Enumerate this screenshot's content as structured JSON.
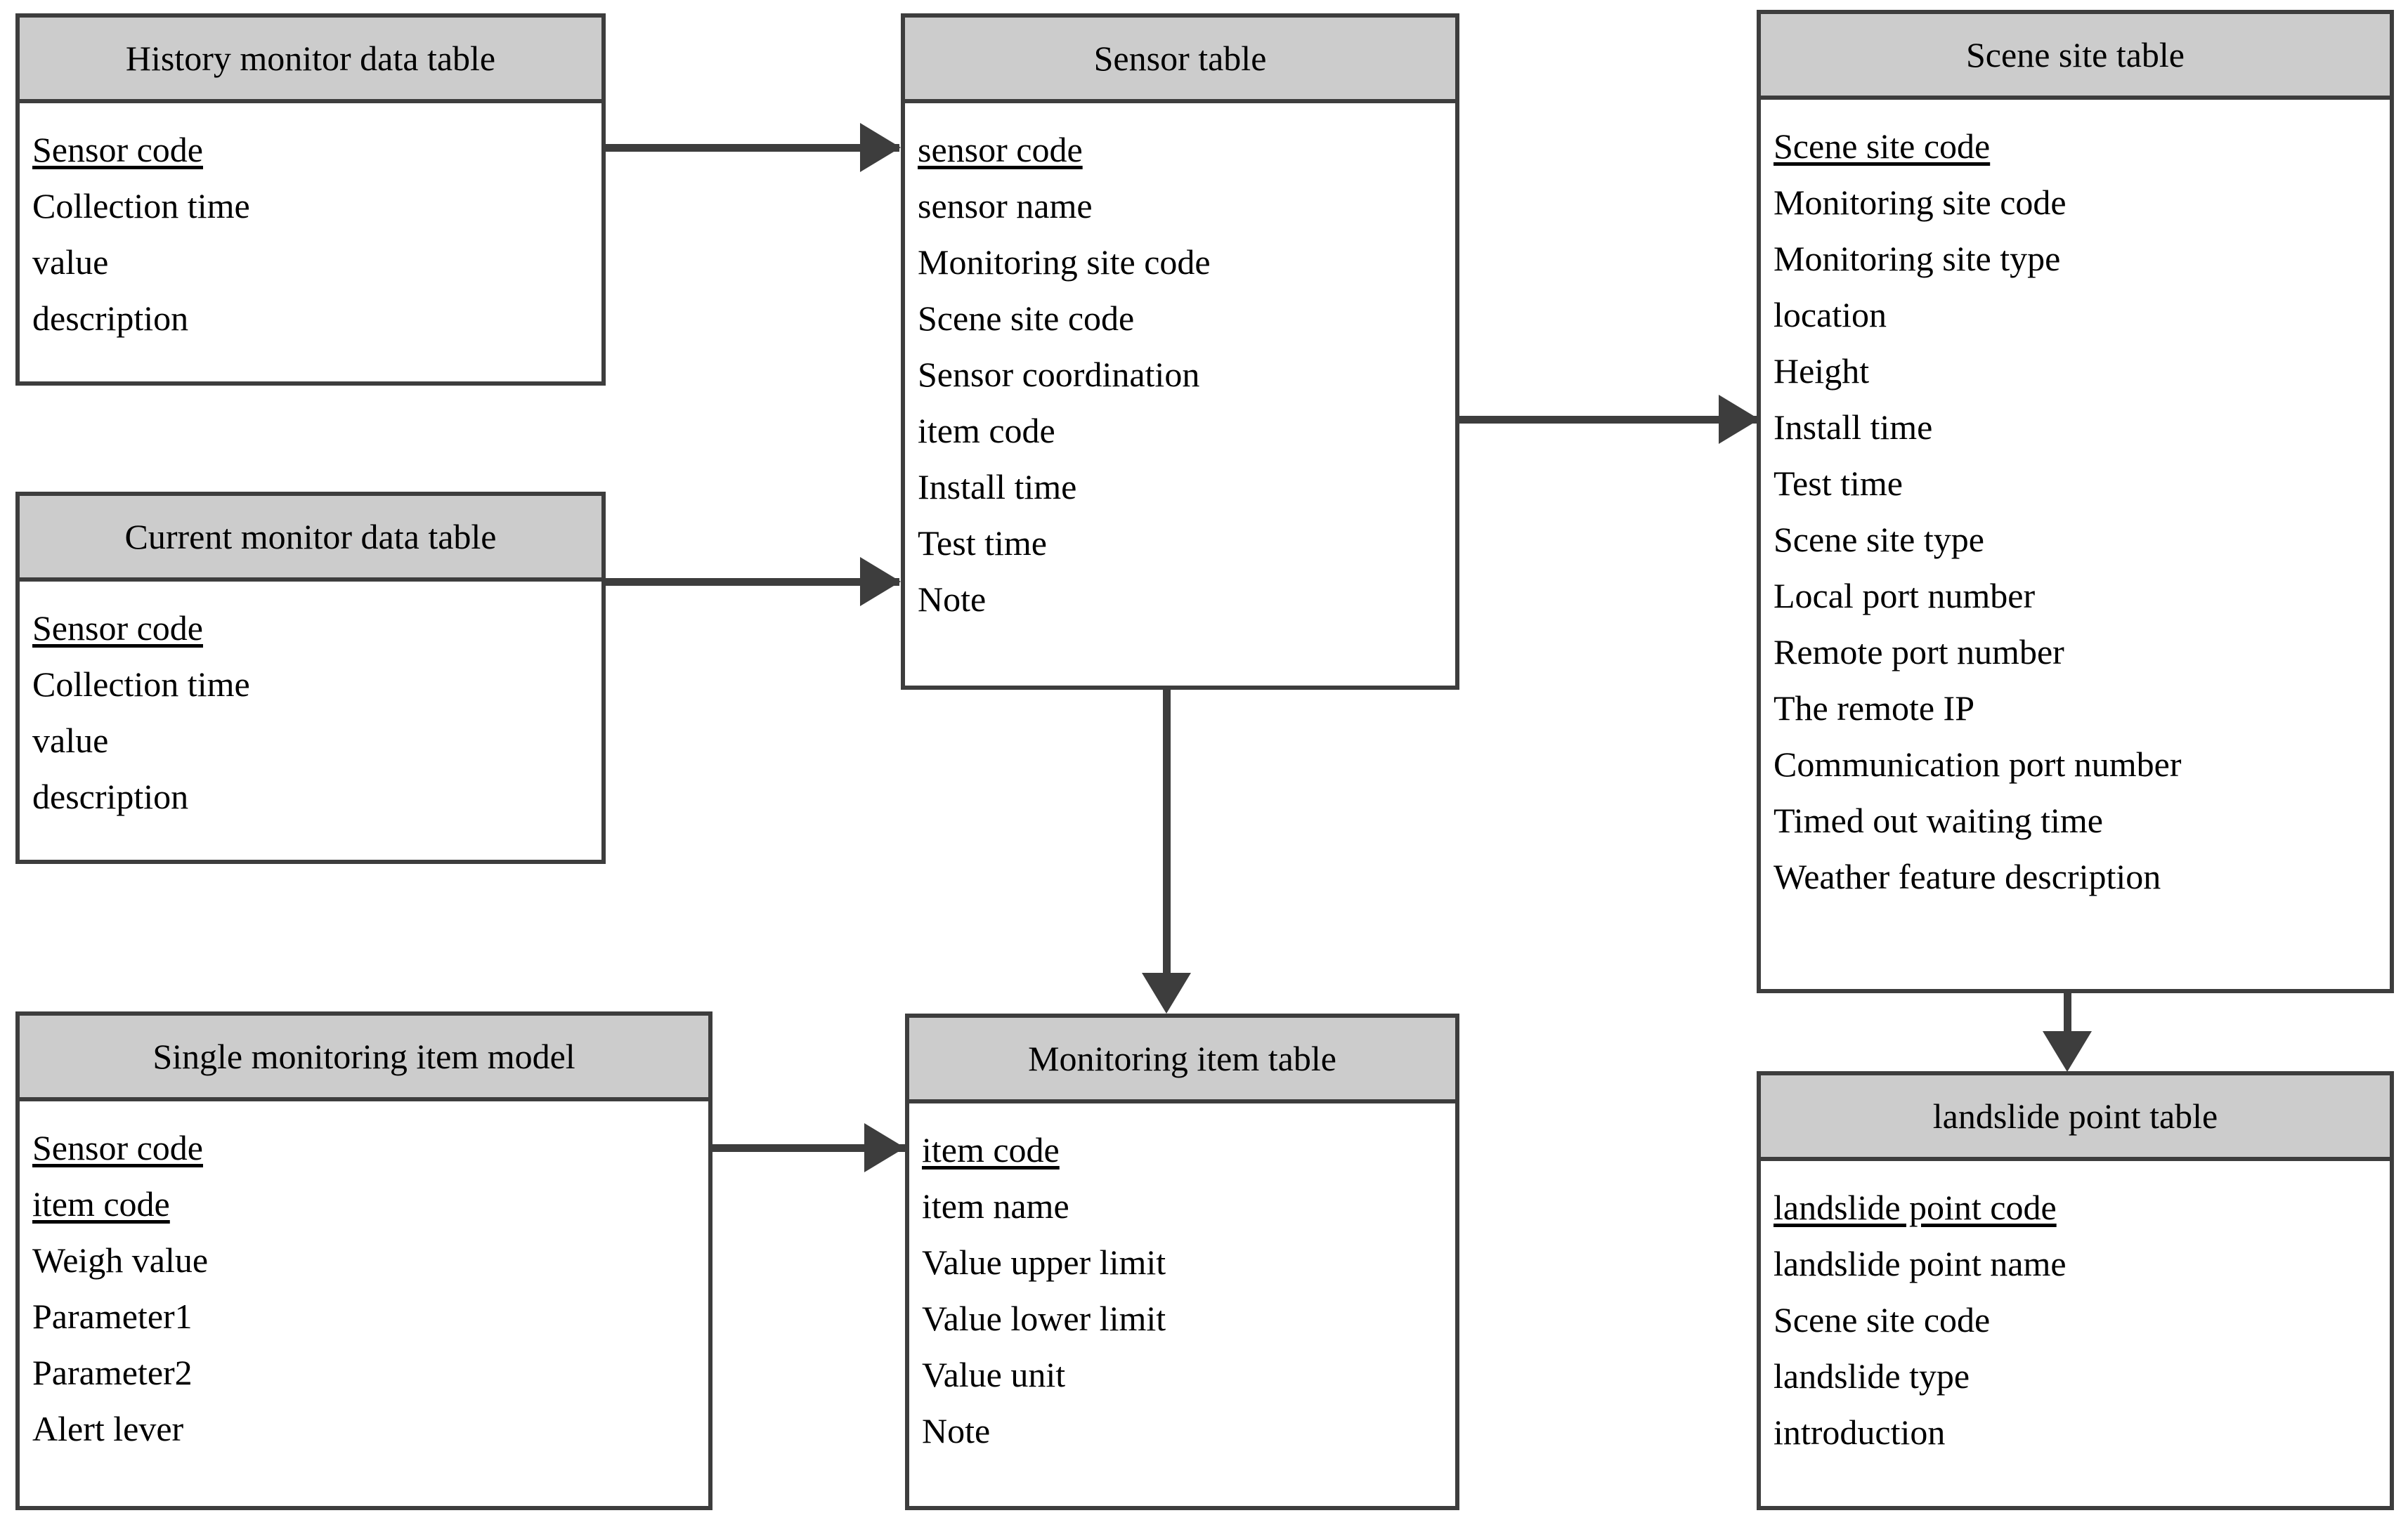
{
  "diagram": {
    "type": "database-schema-erd",
    "background_color": "#ffffff",
    "header_fill": "#cccccc",
    "border_color": "#3d3d3d",
    "connector_color": "#3d3d3d",
    "text_color": "#000000"
  },
  "tables": [
    {
      "id": "history-monitor-data-table",
      "title": "History monitor data table",
      "fields": [
        {
          "label": "Sensor code",
          "primary_key": true
        },
        {
          "label": "Collection time",
          "primary_key": false
        },
        {
          "label": "value",
          "primary_key": false
        },
        {
          "label": "description",
          "primary_key": false
        }
      ]
    },
    {
      "id": "current-monitor-data-table",
      "title": "Current monitor data table",
      "fields": [
        {
          "label": "Sensor code",
          "primary_key": true
        },
        {
          "label": "Collection time",
          "primary_key": false
        },
        {
          "label": "value",
          "primary_key": false
        },
        {
          "label": "description",
          "primary_key": false
        }
      ]
    },
    {
      "id": "single-monitoring-item-model",
      "title": "Single monitoring item model",
      "fields": [
        {
          "label": "Sensor code",
          "primary_key": true
        },
        {
          "label": "item code",
          "primary_key": true
        },
        {
          "label": "Weigh value",
          "primary_key": false
        },
        {
          "label": "Parameter1",
          "primary_key": false
        },
        {
          "label": "Parameter2",
          "primary_key": false
        },
        {
          "label": "Alert lever",
          "primary_key": false
        }
      ]
    },
    {
      "id": "sensor-table",
      "title": "Sensor table",
      "fields": [
        {
          "label": "sensor code",
          "primary_key": true
        },
        {
          "label": "sensor name",
          "primary_key": false
        },
        {
          "label": "Monitoring site code",
          "primary_key": false
        },
        {
          "label": "Scene site code",
          "primary_key": false
        },
        {
          "label": "Sensor coordination",
          "primary_key": false
        },
        {
          "label": "item code",
          "primary_key": false
        },
        {
          "label": "Install time",
          "primary_key": false
        },
        {
          "label": "Test time",
          "primary_key": false
        },
        {
          "label": "Note",
          "primary_key": false
        }
      ]
    },
    {
      "id": "monitoring-item-table",
      "title": "Monitoring item table",
      "fields": [
        {
          "label": "item code",
          "primary_key": true
        },
        {
          "label": "item name",
          "primary_key": false
        },
        {
          "label": "Value upper limit",
          "primary_key": false
        },
        {
          "label": "Value lower limit",
          "primary_key": false
        },
        {
          "label": "Value unit",
          "primary_key": false
        },
        {
          "label": "Note",
          "primary_key": false
        }
      ]
    },
    {
      "id": "scene-site-table",
      "title": "Scene site table",
      "fields": [
        {
          "label": "Scene site code",
          "primary_key": true
        },
        {
          "label": "Monitoring site code",
          "primary_key": false
        },
        {
          "label": "Monitoring site type",
          "primary_key": false
        },
        {
          "label": "location",
          "primary_key": false
        },
        {
          "label": "Height",
          "primary_key": false
        },
        {
          "label": "Install time",
          "primary_key": false
        },
        {
          "label": "Test time",
          "primary_key": false
        },
        {
          "label": "Scene site type",
          "primary_key": false
        },
        {
          "label": "Local port number",
          "primary_key": false
        },
        {
          "label": "Remote port number",
          "primary_key": false
        },
        {
          "label": "The remote IP",
          "primary_key": false
        },
        {
          "label": "Communication port number",
          "primary_key": false
        },
        {
          "label": "Timed out waiting time",
          "primary_key": false
        },
        {
          "label": "Weather feature description",
          "primary_key": false
        }
      ]
    },
    {
      "id": "landslide-point-table",
      "title": "landslide point table",
      "fields": [
        {
          "label": "landslide point code",
          "primary_key": true
        },
        {
          "label": "landslide point name",
          "primary_key": false
        },
        {
          "label": "Scene site code",
          "primary_key": false
        },
        {
          "label": "landslide type",
          "primary_key": false
        },
        {
          "label": "introduction",
          "primary_key": false
        }
      ]
    }
  ],
  "relationships": [
    {
      "id": "history-to-sensor",
      "from": "history-monitor-data-table",
      "to": "sensor-table",
      "direction": "right"
    },
    {
      "id": "current-to-sensor",
      "from": "current-monitor-data-table",
      "to": "sensor-table",
      "direction": "right"
    },
    {
      "id": "sensor-to-scene-site",
      "from": "sensor-table",
      "to": "scene-site-table",
      "direction": "right"
    },
    {
      "id": "sensor-to-monitoring-item",
      "from": "sensor-table",
      "to": "monitoring-item-table",
      "direction": "down"
    },
    {
      "id": "single-model-to-monitoring-item",
      "from": "single-monitoring-item-model",
      "to": "monitoring-item-table",
      "direction": "right"
    },
    {
      "id": "scene-site-to-landslide-point",
      "from": "scene-site-table",
      "to": "landslide-point-table",
      "direction": "down"
    }
  ]
}
